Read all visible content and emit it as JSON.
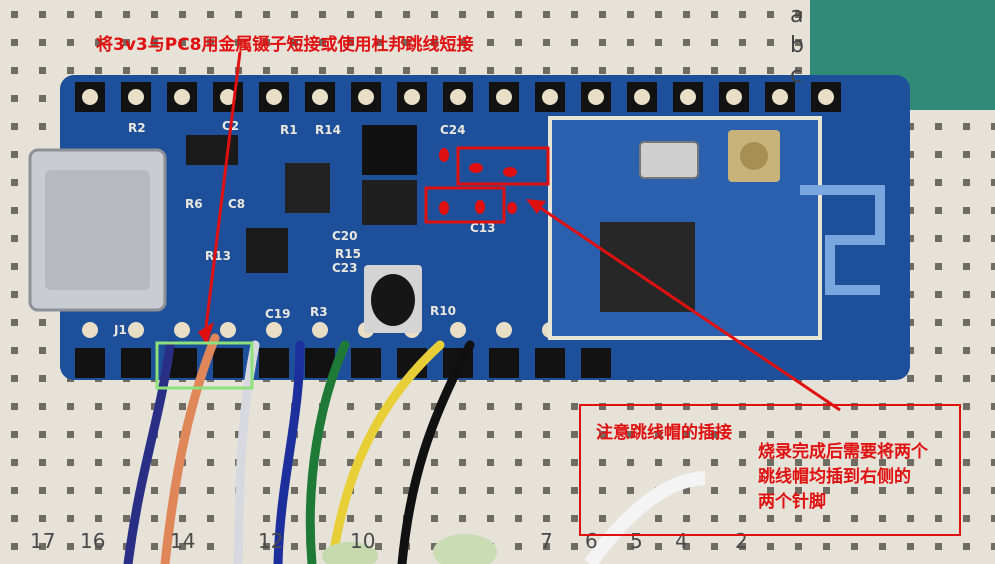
{
  "photo": {
    "breadboard_row_letters": [
      "a",
      "b",
      "c"
    ],
    "breadboard_col_numbers": [
      "17",
      "16",
      "14",
      "12",
      "10",
      "7",
      "6",
      "5",
      "4",
      "2"
    ],
    "pcb_labels": [
      "R2",
      "C2",
      "R1",
      "R14",
      "R6",
      "C8",
      "C13",
      "C20",
      "R15",
      "C23",
      "J1",
      "C19",
      "R13",
      "R3",
      "R10",
      "C24"
    ],
    "wire_colors": [
      "#2a2f86",
      "#e0875a",
      "#d8d8e0",
      "#1d2f9c",
      "#1f7a38",
      "#e8cf38",
      "#111111"
    ],
    "accent_color": "#e01010",
    "pcb_color": "#1d4f9a"
  },
  "annotations": {
    "top_note": "将3v3与PC8用金属镊子短接或使用杜邦跳线短接",
    "jumper_note": "注意跳线帽的插接",
    "burn_note_lines": [
      "烧录完成后需要将两个",
      "跳线帽均插到右侧的",
      "两个针脚"
    ]
  }
}
